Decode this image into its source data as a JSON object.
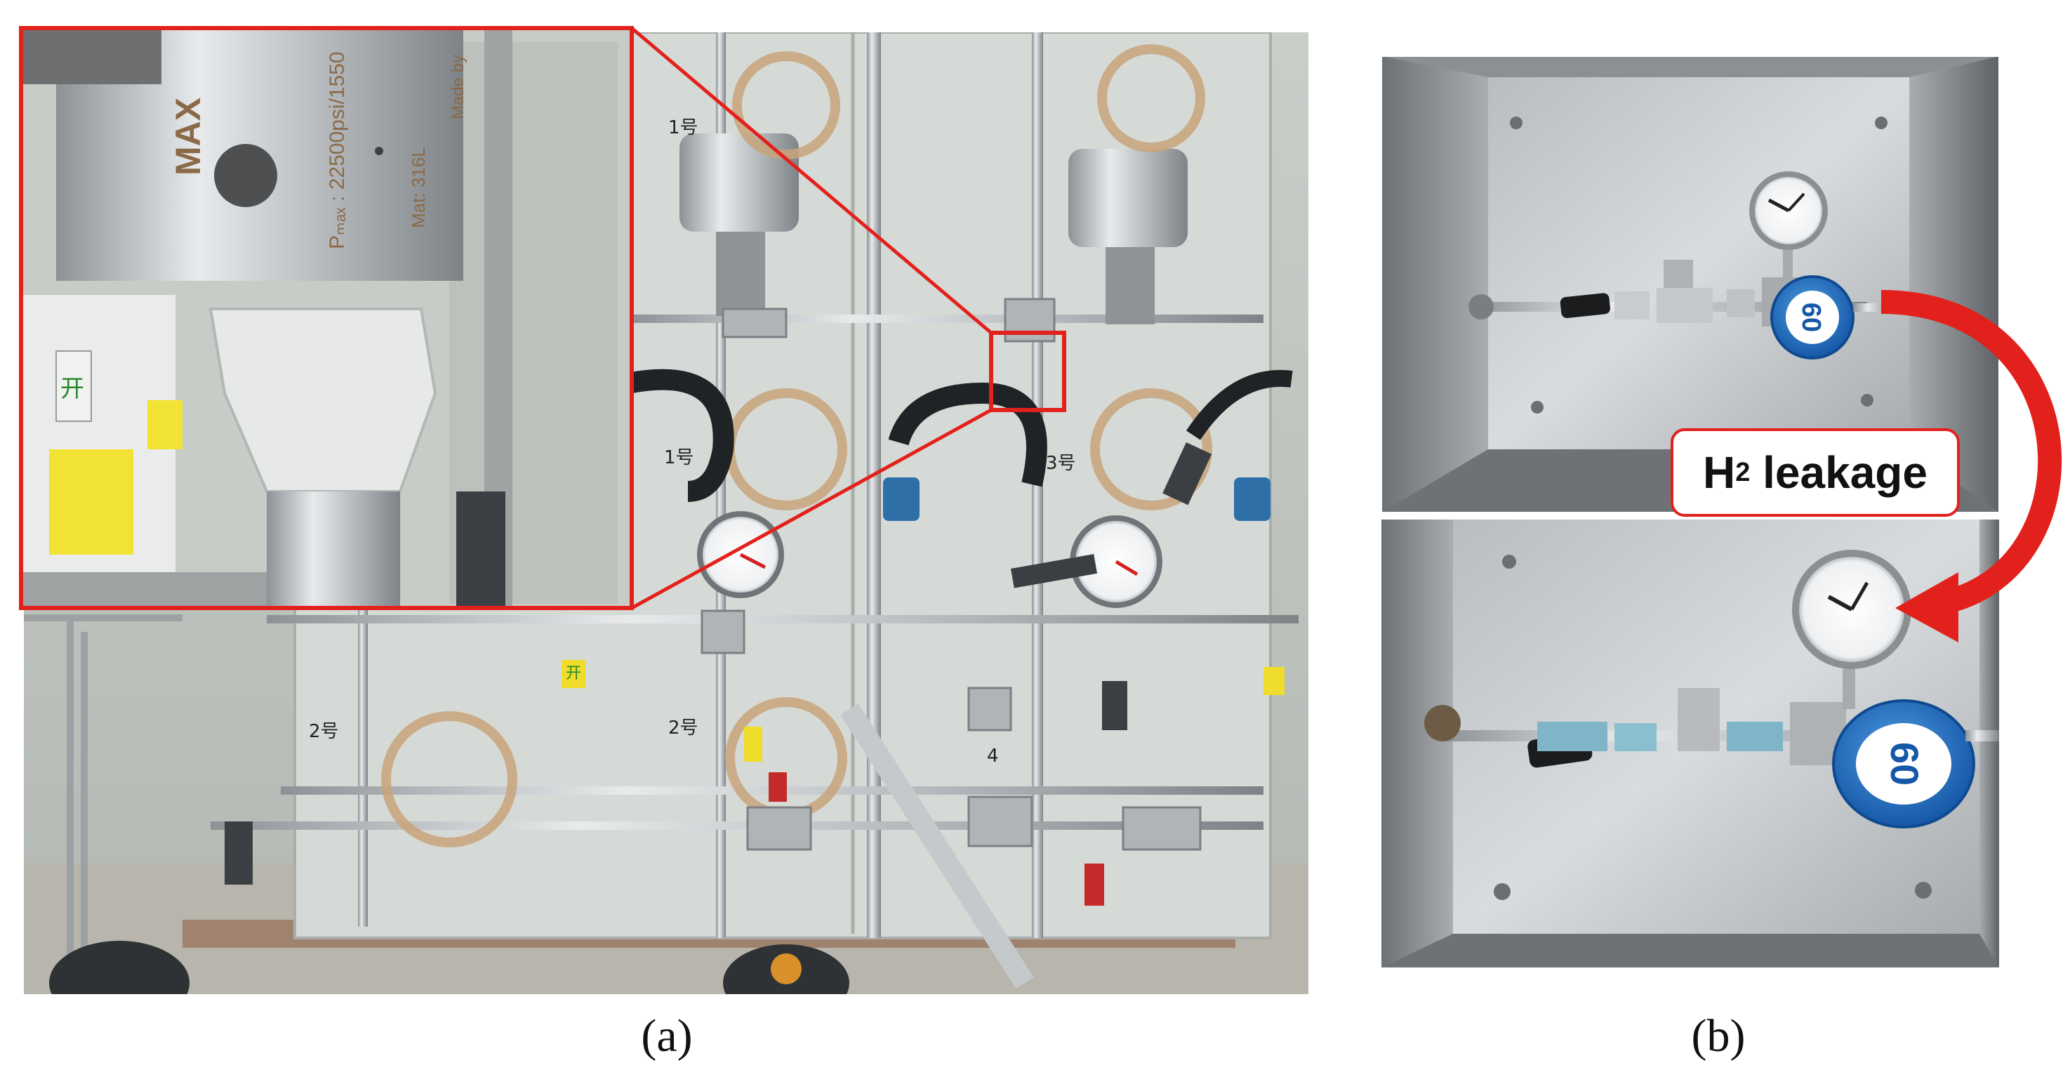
{
  "panels": {
    "a": {
      "caption": "(a)",
      "zoom_plate_text": {
        "brand": "MAX",
        "pressure": "Pₘₐₓ : 22500psi/1550",
        "material": "Mat: 316L",
        "made_by": "Made by"
      },
      "skid_labels": [
        "1号",
        "2号",
        "3号",
        "1号",
        "2号",
        "4"
      ],
      "tag_text": "开",
      "callout_color": "#e3211c"
    },
    "b": {
      "caption": "(b)",
      "annotation": {
        "main": "H",
        "subscript": "2",
        "rest": " leakage",
        "border_color": "#e3211c"
      },
      "arrow_color": "#e3211c",
      "regulator_knob_text": "60"
    }
  }
}
